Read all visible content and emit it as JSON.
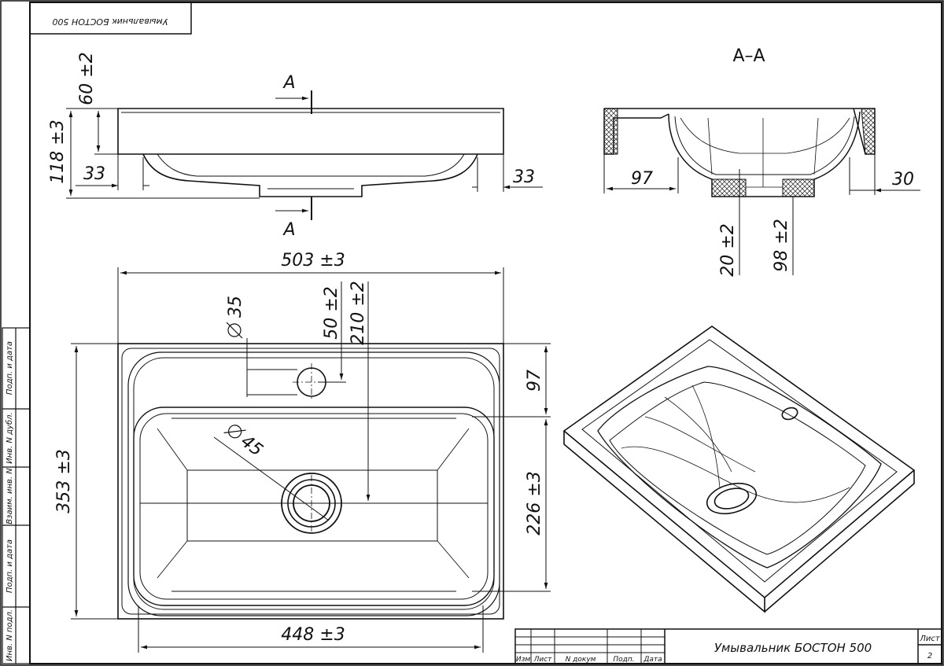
{
  "document": {
    "title_block": {
      "name": "Умывальник БОСТОН 500",
      "sheet_label": "Лист",
      "sheet_number": "2",
      "columns": [
        "Изм",
        "Лист",
        "N докум",
        "Подп.",
        "Дата"
      ]
    },
    "mirrored_title": "Умывальник БОСТОН 500",
    "side_stamps": [
      "Подп. и дата",
      "Инв. N дубл.",
      "Взаим. инв. N",
      "Подп. и дата",
      "Инв. N подл."
    ]
  },
  "views": {
    "front": {
      "section_mark_top": "A",
      "section_mark_bottom": "A",
      "dims": {
        "total_height": "118 ±3",
        "upper_height": "60 ±2",
        "left_offset": "33",
        "right_offset": "33"
      }
    },
    "section": {
      "label": "A–A",
      "dims": {
        "left_width": "97",
        "right_width": "30",
        "drain_height": "20 ±2",
        "total_depth": "98 ±2"
      }
    },
    "plan": {
      "dims": {
        "width": "503 ±3",
        "inner_width": "448 ±3",
        "depth": "353 ±3",
        "faucet_dia": "35",
        "drain_dia": "45",
        "faucet_offset": "50 ±2",
        "drain_offset": "210 ±2",
        "top_rim": "97",
        "bowl_depth": "226 ±3"
      }
    }
  }
}
